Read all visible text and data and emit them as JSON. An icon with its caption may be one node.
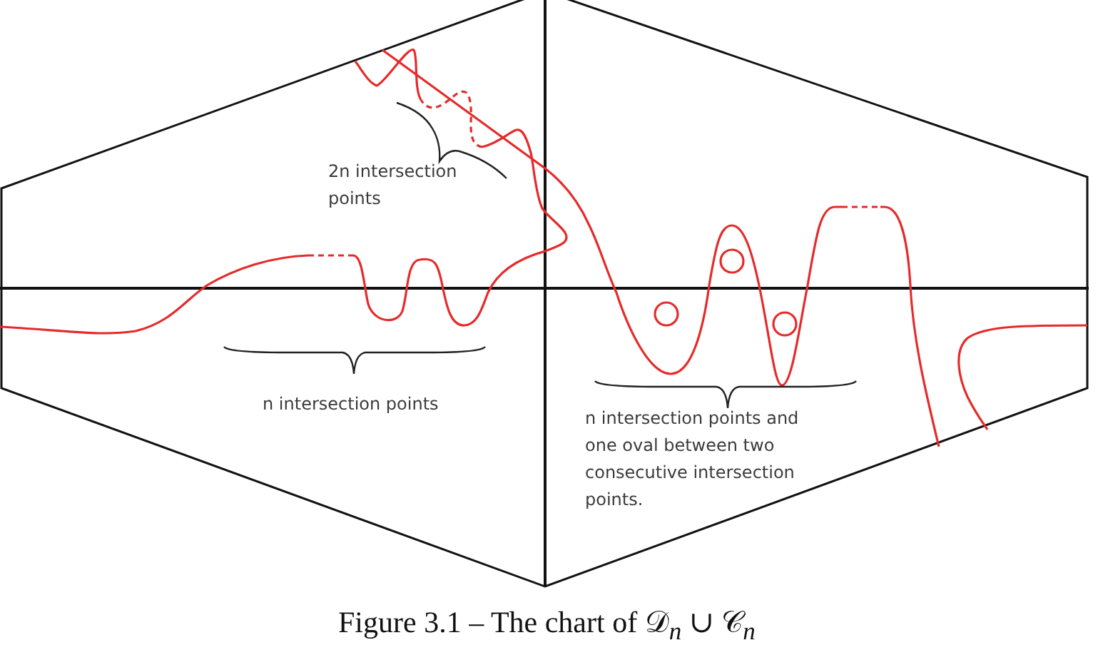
{
  "diagram": {
    "caption": "Figure 3.1 – The chart of 𝒟$_{n}$ ∪ 𝒞$_{n}$",
    "labels": [
      "2n intersection points",
      "n intersection points",
      "n intersection points and one oval between two consecutive intersection points."
    ]
  }
}
